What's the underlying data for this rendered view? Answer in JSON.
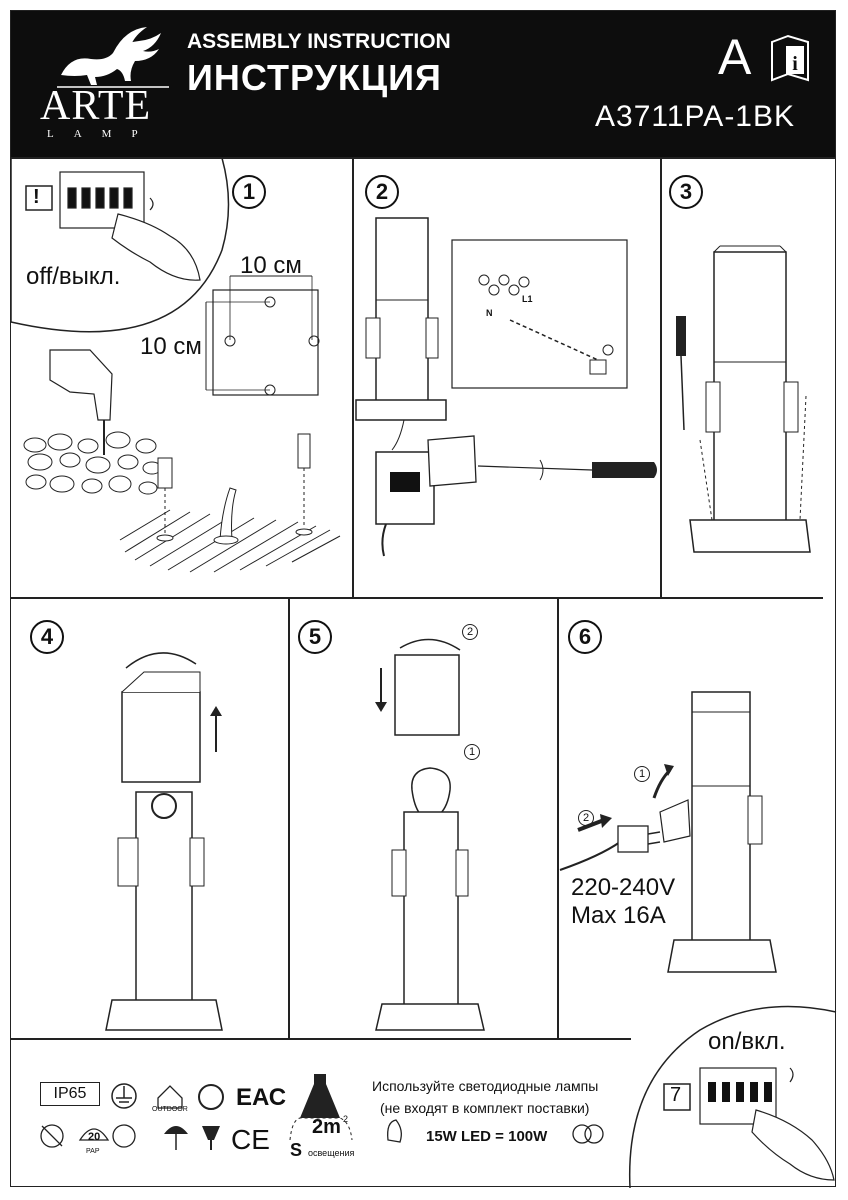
{
  "header": {
    "brand": "ARTE",
    "brand_sub": "LAMP",
    "title_en": "ASSEMBLY INSTRUCTION",
    "title_ru": "ИНСТРУКЦИЯ",
    "letter": "A",
    "model": "A3711PA-1BK"
  },
  "steps": {
    "s1": {
      "num": "1",
      "off_label": "off/выкл.",
      "warn": "!",
      "dim_h": "10 см",
      "dim_v": "10 см"
    },
    "s2": {
      "num": "2",
      "n_label": "N",
      "l_label": "L1"
    },
    "s3": {
      "num": "3"
    },
    "s4": {
      "num": "4"
    },
    "s5": {
      "num": "5",
      "order1": "2",
      "order2": "1"
    },
    "s6": {
      "num": "6",
      "order1": "1",
      "order2": "2",
      "voltage": "220-240V",
      "max": "Max 16A"
    },
    "s7": {
      "num": "7",
      "on_label": "on/вкл."
    }
  },
  "footer": {
    "ip": "IP65",
    "outdoor": "OUTDOOR",
    "eac": "ЕАС",
    "ce": "CE",
    "pap_num": "20",
    "pap": "PAP",
    "area": "2m",
    "area_sup": "2",
    "area_s": "S",
    "area_caption": "освещения",
    "led_note1": "Используйте светодиодные лампы",
    "led_note2": "(не входят в комплект поставки)",
    "led_equiv": "15W LED = 100W"
  }
}
